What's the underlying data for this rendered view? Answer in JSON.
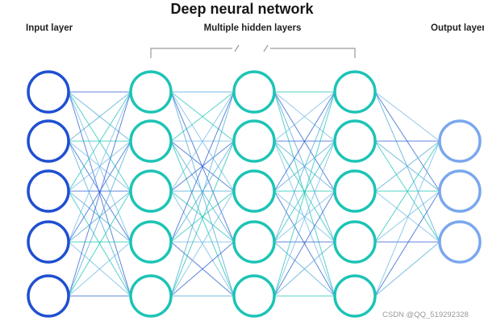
{
  "title": "Deep neural network",
  "labels": {
    "input": "Input layer",
    "hidden": "Multiple hidden layers",
    "output": "Output layer"
  },
  "watermark": "CSDN @QQ_519292328",
  "layers": [
    {
      "name": "input",
      "nodes": 5,
      "color": "#1f4fd1"
    },
    {
      "name": "hidden",
      "nodes": 5,
      "color": "#1cc4b5"
    },
    {
      "name": "hidden",
      "nodes": 5,
      "color": "#1cc4b5"
    },
    {
      "name": "hidden",
      "nodes": 5,
      "color": "#1cc4b5"
    },
    {
      "name": "output",
      "nodes": 3,
      "color": "#7aa7ee"
    }
  ],
  "edge_colors": [
    "#2a5fd0",
    "#4aa8d4",
    "#1cc4b5",
    "#6fb8e6"
  ],
  "bracket_color": "#9a9a9a"
}
